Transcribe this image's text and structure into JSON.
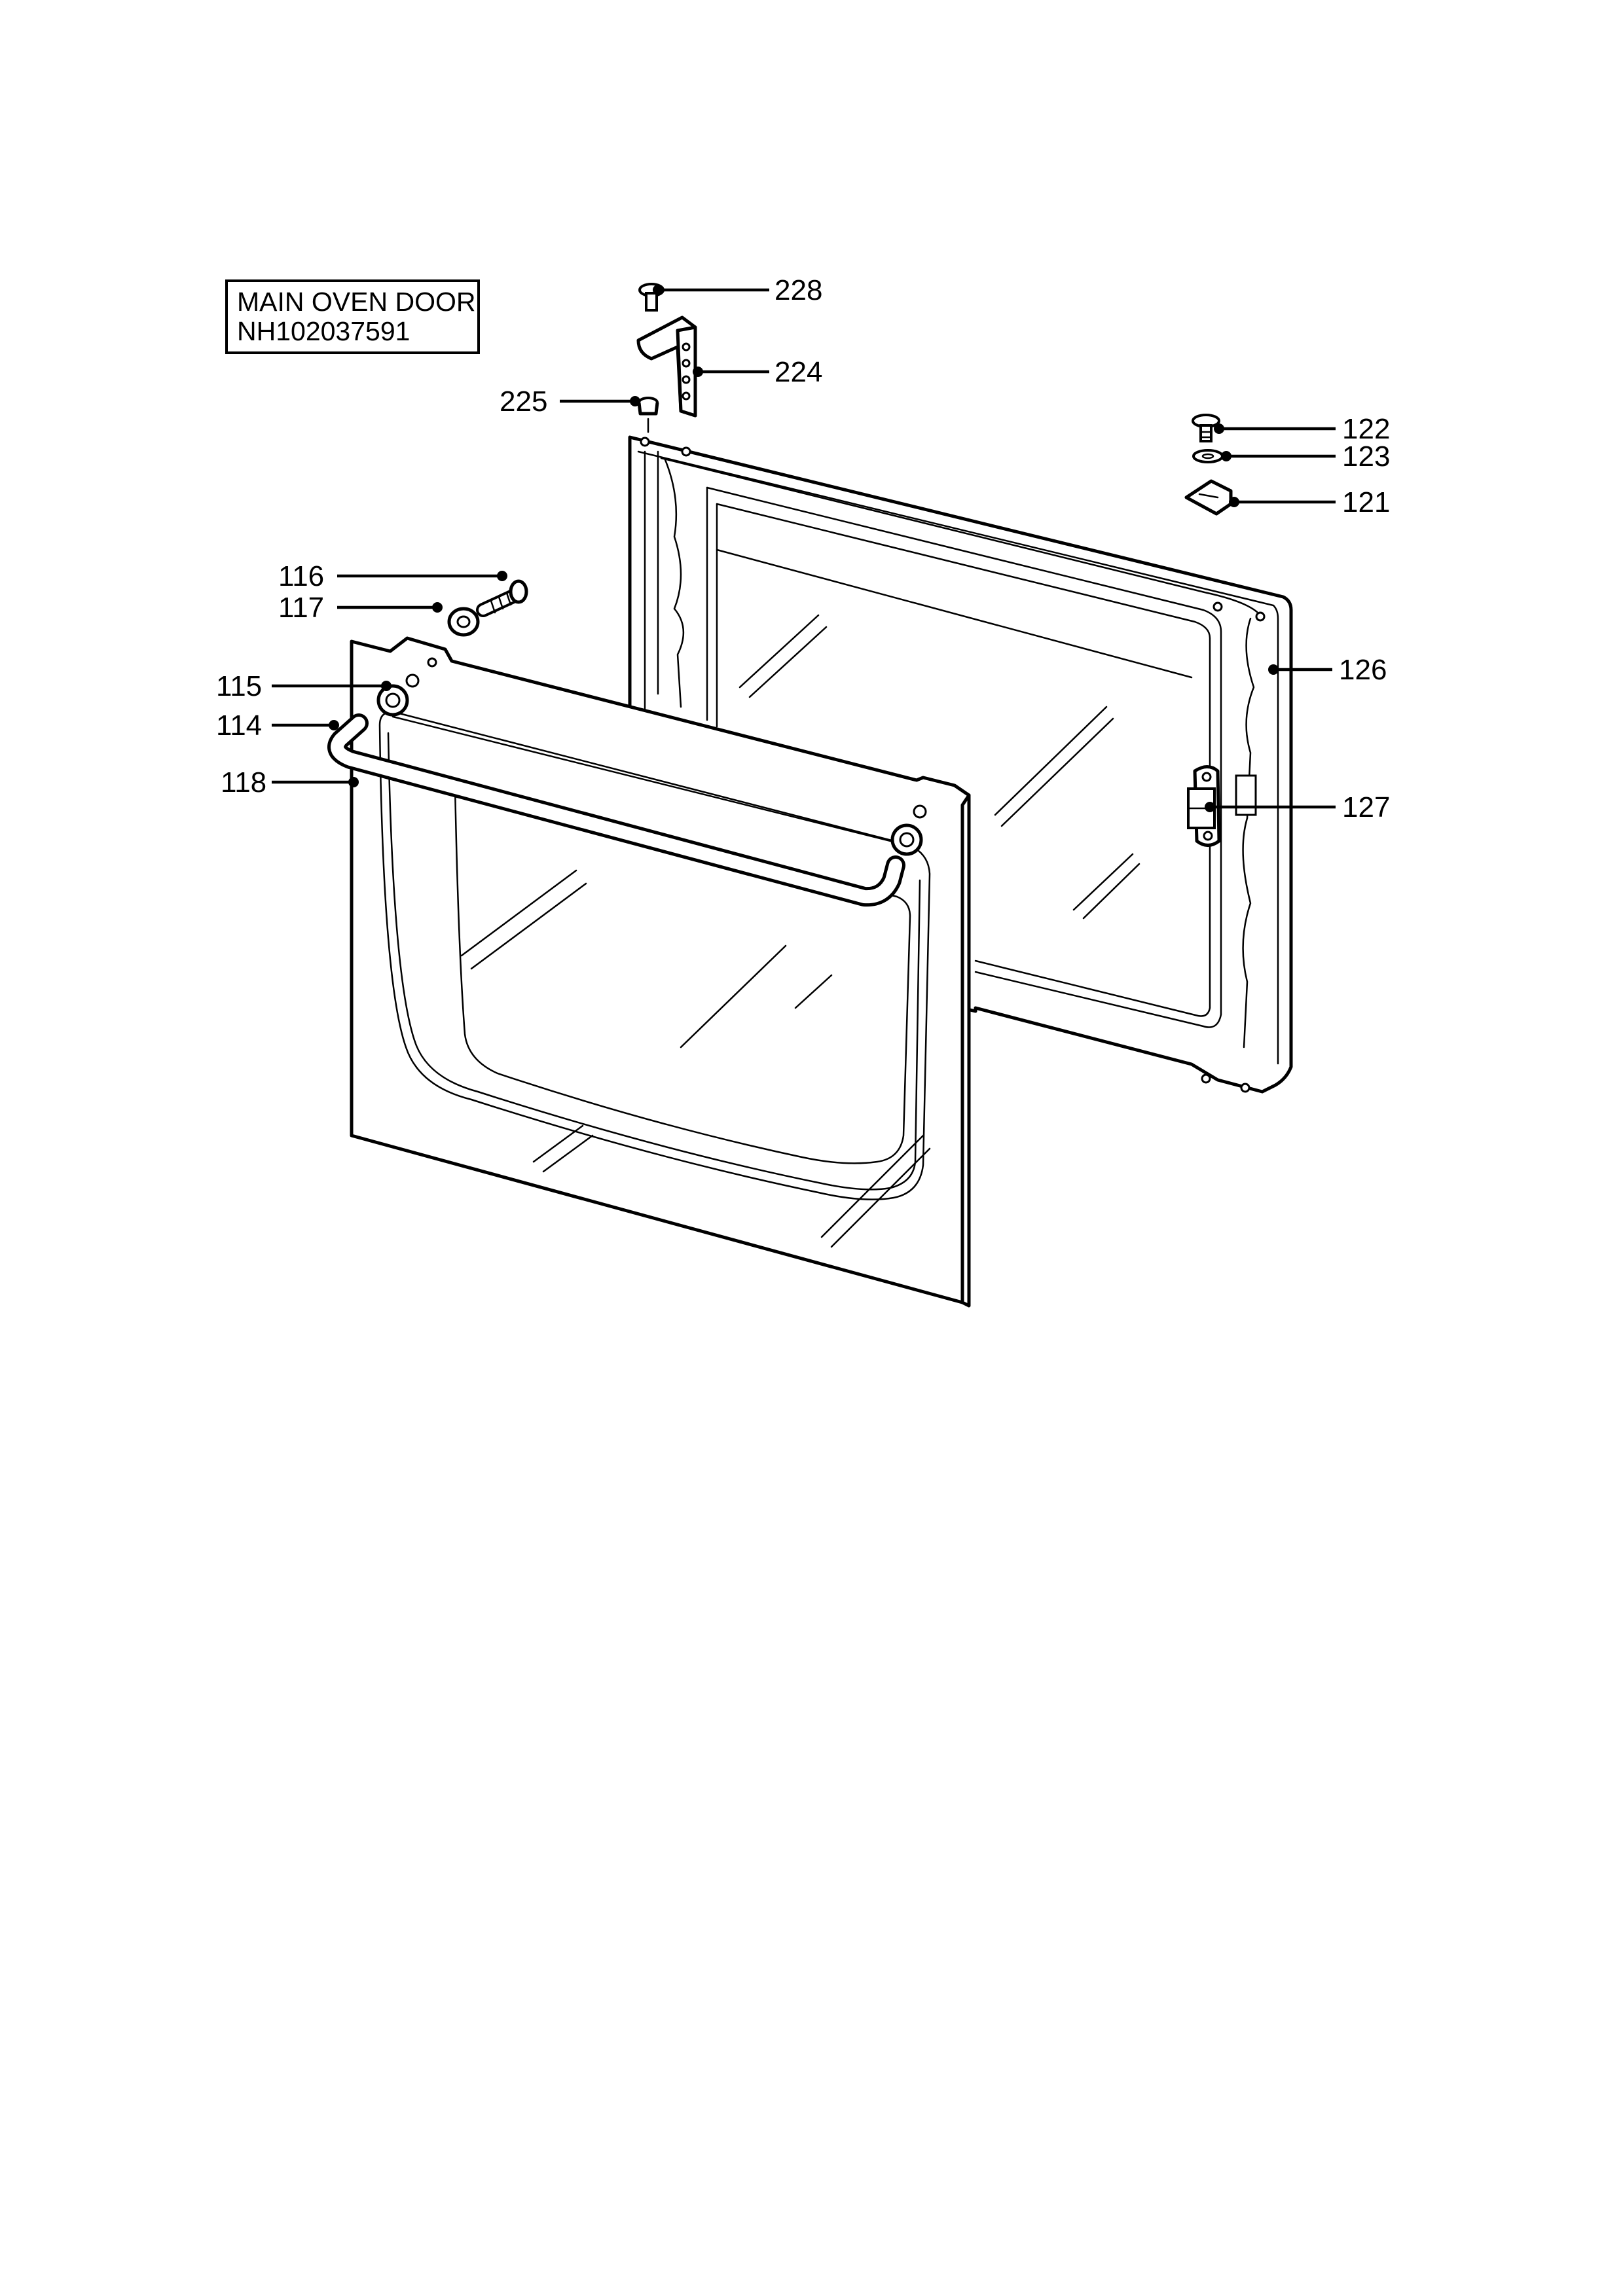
{
  "title_box": {
    "line1": "MAIN OVEN DOOR",
    "line2": "NH102037591"
  },
  "callouts": [
    {
      "id": "c228",
      "label": "228"
    },
    {
      "id": "c224",
      "label": "224"
    },
    {
      "id": "c225",
      "label": "225"
    },
    {
      "id": "c122",
      "label": "122"
    },
    {
      "id": "c123",
      "label": "123"
    },
    {
      "id": "c121",
      "label": "121"
    },
    {
      "id": "c116",
      "label": "116"
    },
    {
      "id": "c117",
      "label": "117"
    },
    {
      "id": "c115",
      "label": "115"
    },
    {
      "id": "c114",
      "label": "114"
    },
    {
      "id": "c118",
      "label": "118"
    },
    {
      "id": "c126",
      "label": "126"
    },
    {
      "id": "c127",
      "label": "127"
    }
  ]
}
